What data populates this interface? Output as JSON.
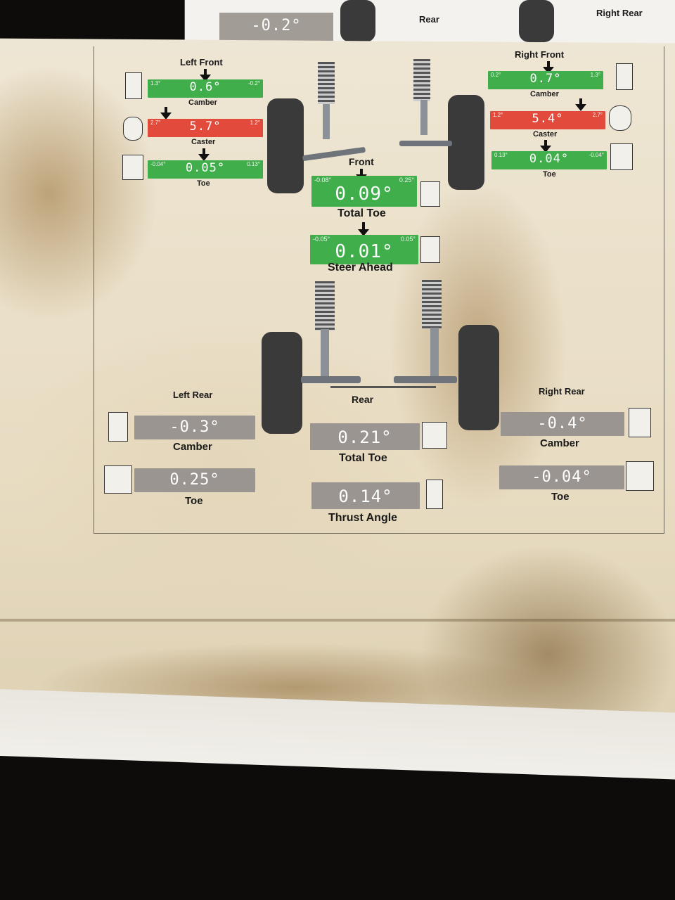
{
  "top_strip": {
    "camber_value": "-0.2°",
    "rear_label": "Rear",
    "right_rear_label": "Right Rear"
  },
  "front": {
    "left_front": {
      "title": "Left Front",
      "camber": {
        "value": "0.6°",
        "min": "1.3°",
        "max": "-0.2°",
        "label": "Camber",
        "status": "in-spec"
      },
      "caster": {
        "value": "5.7°",
        "min": "2.7°",
        "max": "1.2°",
        "label": "Caster",
        "status": "out-of-spec"
      },
      "toe": {
        "value": "0.05°",
        "min": "-0.04°",
        "max": "0.13°",
        "label": "Toe",
        "status": "in-spec"
      }
    },
    "right_front": {
      "title": "Right Front",
      "camber": {
        "value": "0.7°",
        "min": "0.2°",
        "max": "1.3°",
        "label": "Camber",
        "status": "in-spec"
      },
      "caster": {
        "value": "5.4°",
        "min": "1.2°",
        "max": "2.7°",
        "label": "Caster",
        "status": "out-of-spec"
      },
      "toe": {
        "value": "0.04°",
        "min": "0.13°",
        "max": "-0.04°",
        "label": "Toe",
        "status": "in-spec"
      }
    },
    "center_title": "Front",
    "total_toe": {
      "value": "0.09°",
      "min": "-0.08°",
      "max": "0.25°",
      "label": "Total Toe",
      "status": "in-spec"
    },
    "steer_ahead": {
      "value": "0.01°",
      "min": "-0.05°",
      "max": "0.05°",
      "label": "Steer Ahead",
      "status": "in-spec"
    }
  },
  "rear": {
    "center_title": "Rear",
    "left_rear": {
      "title": "Left Rear",
      "camber": {
        "value": "-0.3°",
        "label": "Camber"
      },
      "toe": {
        "value": "0.25°",
        "label": "Toe"
      }
    },
    "right_rear": {
      "title": "Right Rear",
      "camber": {
        "value": "-0.4°",
        "label": "Camber"
      },
      "toe": {
        "value": "-0.04°",
        "label": "Toe"
      }
    },
    "total_toe": {
      "value": "0.21°",
      "label": "Total Toe"
    },
    "thrust_angle": {
      "value": "0.14°",
      "label": "Thrust Angle"
    }
  },
  "colors": {
    "in_spec": "#3fae4b",
    "out_of_spec": "#e24b3b",
    "no_spec": "#9a9590"
  }
}
